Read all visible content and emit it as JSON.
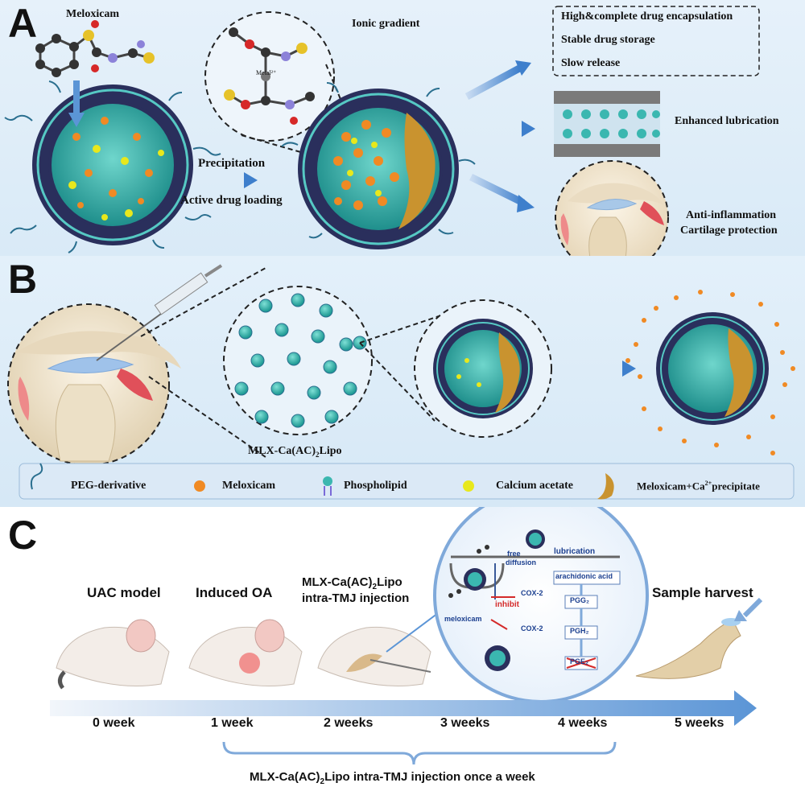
{
  "panel_a": {
    "letter": "A",
    "meloxicam_label": "Meloxicam",
    "ionic_label": "Ionic gradient",
    "metal_label": "Metal²⁺",
    "precipitation_label": "Precipitation",
    "active_loading_label": "Active drug loading",
    "properties": [
      "High&complete drug encapsulation",
      "Stable drug storage",
      "Slow release"
    ],
    "lubrication_label": "Enhanced lubrication",
    "anti_inflammation_label": "Anti-inflammation",
    "cartilage_label": "Cartilage protection"
  },
  "panel_b": {
    "letter": "B",
    "lipo_label_pre": "MLX-Ca(AC)",
    "lipo_label_sub": "2",
    "lipo_label_post": "Lipo",
    "legend": {
      "peg": "PEG-derivative",
      "meloxicam": "Meloxicam",
      "phospholipid": "Phospholipid",
      "calcium": "Calcium acetate",
      "precipitate_pre": "Meloxicam+Ca",
      "precipitate_sup": "2+",
      "precipitate_post": "precipitate"
    }
  },
  "panel_c": {
    "letter": "C",
    "stage_uac": "UAC model",
    "stage_oa": "Induced OA",
    "stage_inj_pre": "MLX-Ca(AC)",
    "stage_inj_sub": "2",
    "stage_inj_post": "Lipo",
    "stage_inj_line2": "intra-TMJ injection",
    "stage_harvest": "Sample harvest",
    "weeks": [
      "0 week",
      "1 week",
      "2 weeks",
      "3 weeks",
      "4 weeks",
      "5 weeks"
    ],
    "bottom_pre": "MLX-Ca(AC)",
    "bottom_sub": "2",
    "bottom_post": "Lipo intra-TMJ injection once a week",
    "inset": {
      "free": "free",
      "diffusion": "diffusion",
      "lubrication": "lubrication",
      "arachidonic": "arachidonic acid",
      "cox2_top": "COX-2",
      "cox2_bottom": "COX-2",
      "inhibit": "inhibit",
      "meloxicam": "meloxicam",
      "pgg2": "PGG₂",
      "pgh2": "PGH₂",
      "pge2": "PGE₂"
    }
  },
  "colors": {
    "membrane_dark": "#2a2f5c",
    "core_teal": "#3bb7b0",
    "drug_orange": "#f08a24",
    "calcium_yellow": "#e8e81c",
    "precipitate": "#c9932f",
    "arrow_blue": "#5b95d6",
    "red_text": "#d42a2a",
    "dark_blue_text": "#1b3f8f"
  }
}
